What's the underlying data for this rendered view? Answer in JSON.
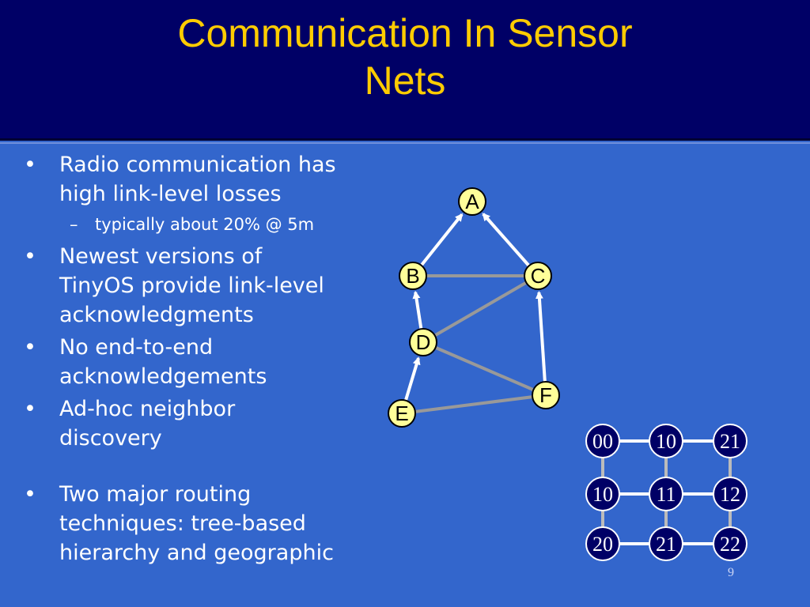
{
  "slide": {
    "title_line1": "Communication In Sensor",
    "title_line2": "Nets",
    "page_number": "9"
  },
  "bullets": [
    {
      "text_lines": [
        "Radio communication has",
        "high link-level losses"
      ],
      "sub": "typically about 20% @ 5m"
    },
    {
      "text_lines": [
        "Newest versions of",
        "TinyOS provide link-level",
        "acknowledgments"
      ]
    },
    {
      "text_lines": [
        "No end-to-end",
        "acknowledgements"
      ]
    },
    {
      "text_lines": [
        "Ad-hoc neighbor",
        "discovery"
      ]
    },
    {
      "text_lines": [
        "Two major routing",
        "techniques: tree-based",
        "hierarchy and geographic"
      ]
    }
  ],
  "tree_diagram": {
    "nodes": [
      "A",
      "B",
      "C",
      "D",
      "E",
      "F"
    ],
    "tree_edges": [
      [
        "B",
        "A"
      ],
      [
        "C",
        "A"
      ],
      [
        "D",
        "B"
      ],
      [
        "E",
        "D"
      ],
      [
        "F",
        "C"
      ]
    ],
    "other_links": [
      [
        "B",
        "C"
      ],
      [
        "D",
        "C"
      ],
      [
        "D",
        "F"
      ],
      [
        "E",
        "F"
      ]
    ],
    "node_color": "#ffff99",
    "tree_edge_color": "#ffffff",
    "link_color": "#999999"
  },
  "grid_diagram": {
    "rows": [
      [
        "00",
        "10",
        "21"
      ],
      [
        "10",
        "11",
        "12"
      ],
      [
        "20",
        "21",
        "22"
      ]
    ],
    "node_color": "#000066",
    "edge_color": "#ffffff",
    "vertical_edge_color": "#bbbbbb"
  }
}
